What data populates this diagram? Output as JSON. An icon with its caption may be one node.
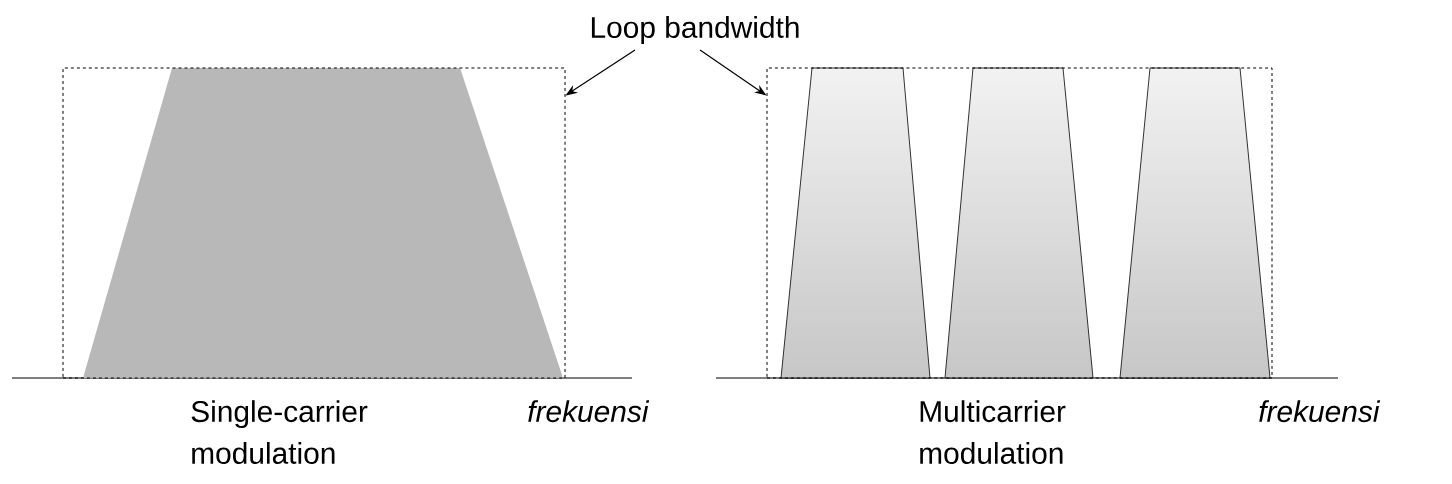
{
  "diagram": {
    "nodes": [
      {
        "text": [
          "Loop bandwidth"
        ]
      },
      {
        "text": [],
        "shape": "box"
      },
      {
        "text": [],
        "shape": "box"
      }
    ],
    "edges": [
      {
        "from": 0,
        "to": 1,
        "arrow": "to"
      },
      {
        "from": 0,
        "to": 2,
        "arrow": "to"
      }
    ],
    "labels": [
      "Single-carrier modulation",
      "frekuensi",
      "Multicarrier modulation",
      "frekuensi"
    ]
  }
}
